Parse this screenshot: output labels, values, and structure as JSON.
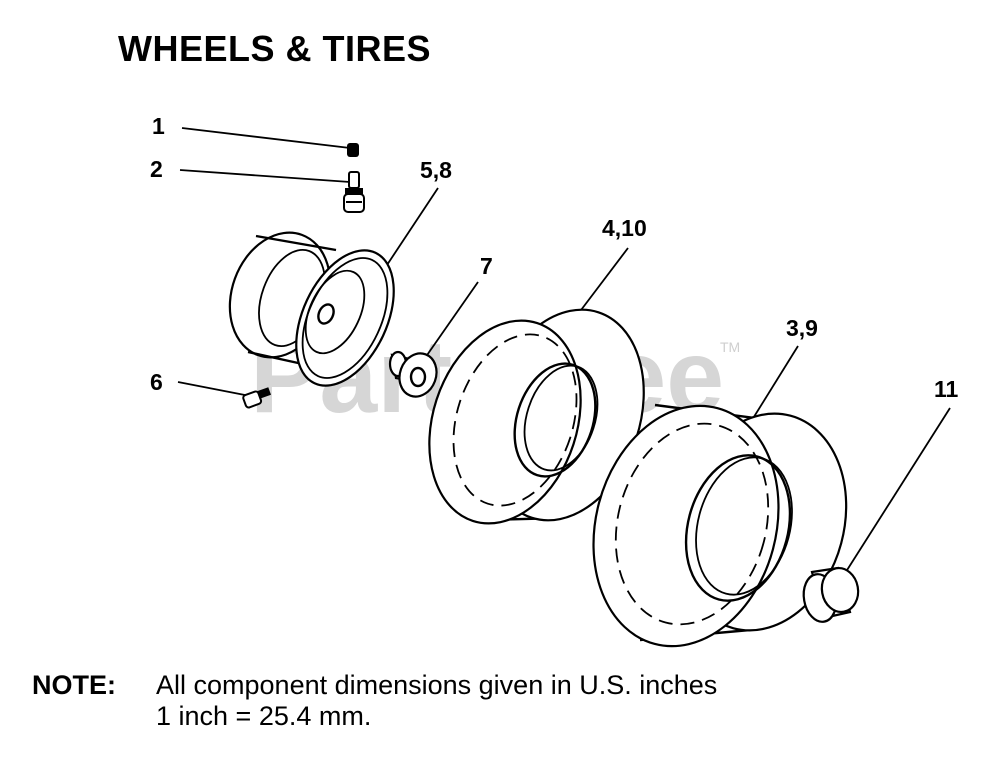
{
  "title": "WHEELS & TIRES",
  "watermark": "PartsTree",
  "trademark": "TM",
  "callouts": {
    "c1": "1",
    "c2": "2",
    "c58": "5,8",
    "c7": "7",
    "c410": "4,10",
    "c39": "3,9",
    "c6": "6",
    "c11": "11"
  },
  "note": {
    "label": "NOTE:",
    "line1": "All component dimensions given in U.S. inches",
    "line2": "1 inch = 25.4 mm."
  }
}
